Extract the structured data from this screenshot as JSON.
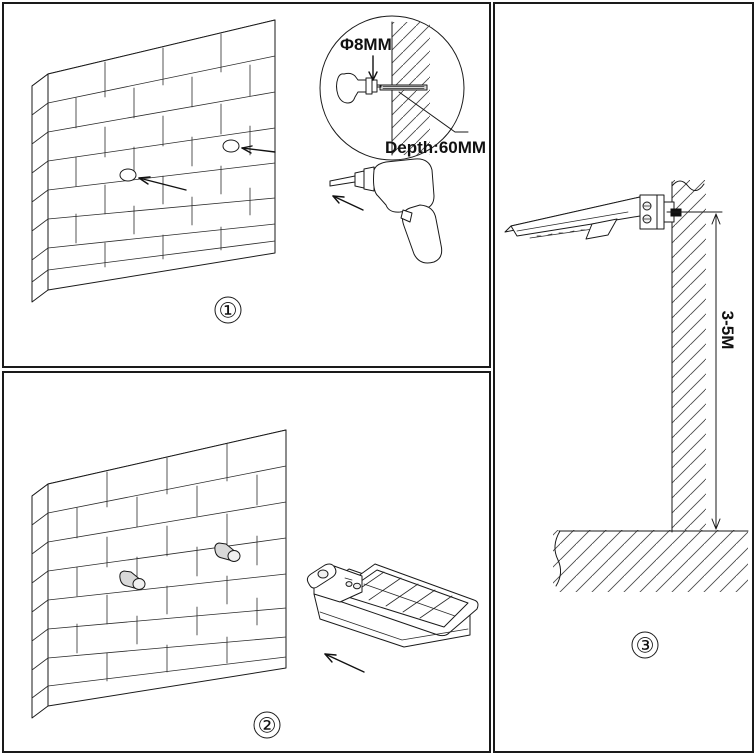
{
  "document": {
    "title": "Solar Street Light Wall Installation Instructions",
    "type": "technical-installation-diagram",
    "background_color": "#ffffff",
    "line_color": "#1a1a1a"
  },
  "panels": [
    {
      "id": "panel-1",
      "step_number": "1",
      "step_label": "①",
      "description": "Drill mounting holes in the brick wall",
      "annotations": {
        "hole_diameter": "Φ8MM",
        "hole_depth": "Depth:60MM"
      },
      "objects": [
        "brick-wall",
        "detail-circle",
        "electric-drill",
        "drill-direction-arrow",
        "drilled-hole-marker"
      ]
    },
    {
      "id": "panel-2",
      "step_number": "2",
      "step_label": "②",
      "description": "Insert expansion anchors and mount the solar street light onto the wall",
      "annotations": {},
      "objects": [
        "brick-wall",
        "anchor-bolt",
        "solar-street-light",
        "mounting-direction-arrow"
      ]
    },
    {
      "id": "panel-3",
      "step_number": "3",
      "step_label": "③",
      "description": "Side view showing recommended mounting height above ground",
      "annotations": {
        "mounting_height": "3-5M"
      },
      "objects": [
        "solar-street-light-side-view",
        "wall-section",
        "ground-section",
        "height-dimension-line"
      ]
    }
  ],
  "callouts": {
    "diameter": "Φ8MM",
    "depth": "Depth:60MM",
    "height": "3-5M"
  },
  "steps": {
    "one": "①",
    "two": "②",
    "three": "③"
  }
}
